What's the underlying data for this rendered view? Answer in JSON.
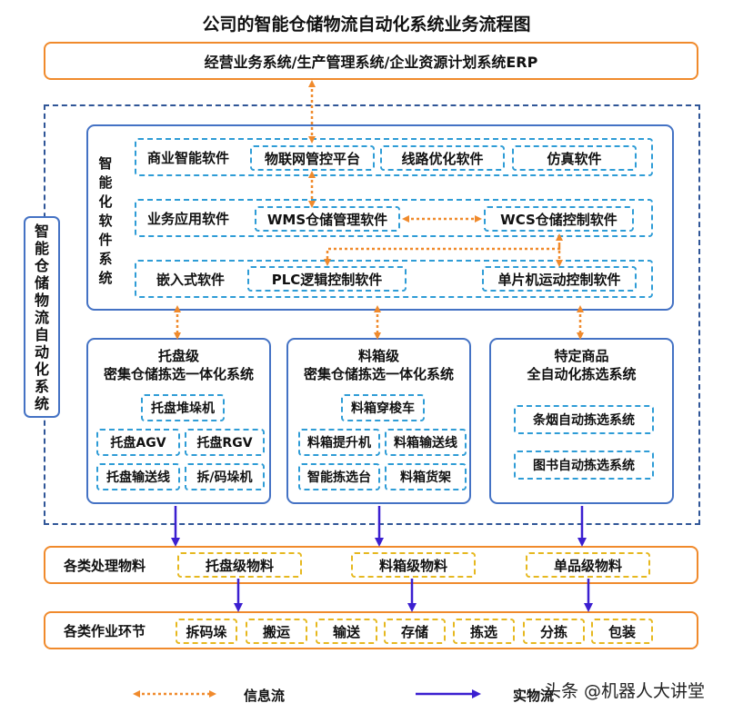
{
  "title": "公司的智能仓储物流自动化系统业务流程图",
  "erp_bar": "经营业务系统/生产管理系统/企业资源计划系统ERP",
  "outer_label": "智能仓储物流自动化系统",
  "software_label": "智能化软件系统",
  "software_rows": [
    {
      "label": "商业智能软件",
      "items": [
        "物联网管控平台",
        "线路优化软件",
        "仿真软件"
      ]
    },
    {
      "label": "业务应用软件",
      "items": [
        "WMS仓储管理软件",
        "WCS仓储控制软件"
      ]
    },
    {
      "label": "嵌入式软件",
      "items": [
        "PLC逻辑控制软件",
        "单片机运动控制软件"
      ]
    }
  ],
  "systems": [
    {
      "title_line1": "托盘级",
      "title_line2": "密集仓储拣选一体化系统",
      "devices": [
        "托盘堆垛机",
        "托盘AGV",
        "托盘RGV",
        "托盘输送线",
        "拆/码垛机"
      ]
    },
    {
      "title_line1": "料箱级",
      "title_line2": "密集仓储拣选一体化系统",
      "devices": [
        "料箱穿梭车",
        "料箱提升机",
        "料箱输送线",
        "智能拣选台",
        "料箱货架"
      ]
    },
    {
      "title_line1": "特定商品",
      "title_line2": "全自动化拣选系统",
      "devices": [
        "条烟自动拣选系统",
        "图书自动拣选系统"
      ]
    }
  ],
  "materials": {
    "label": "各类处理物料",
    "items": [
      "托盘级物料",
      "料箱级物料",
      "单品级物料"
    ]
  },
  "operations": {
    "label": "各类作业环节",
    "items": [
      "拆码垛",
      "搬运",
      "输送",
      "存储",
      "拣选",
      "分拣",
      "包装"
    ]
  },
  "legend": {
    "info_flow": "信息流",
    "physical_flow": "实物流"
  },
  "watermark": "头条 @机器人大讲堂",
  "colors": {
    "orange": "#f08a2c",
    "blue": "#4472c4",
    "dash_blue": "#2e9cd6",
    "navy": "#2f5597",
    "purple": "#3b1fd0",
    "yellow": "#e6b81f"
  }
}
